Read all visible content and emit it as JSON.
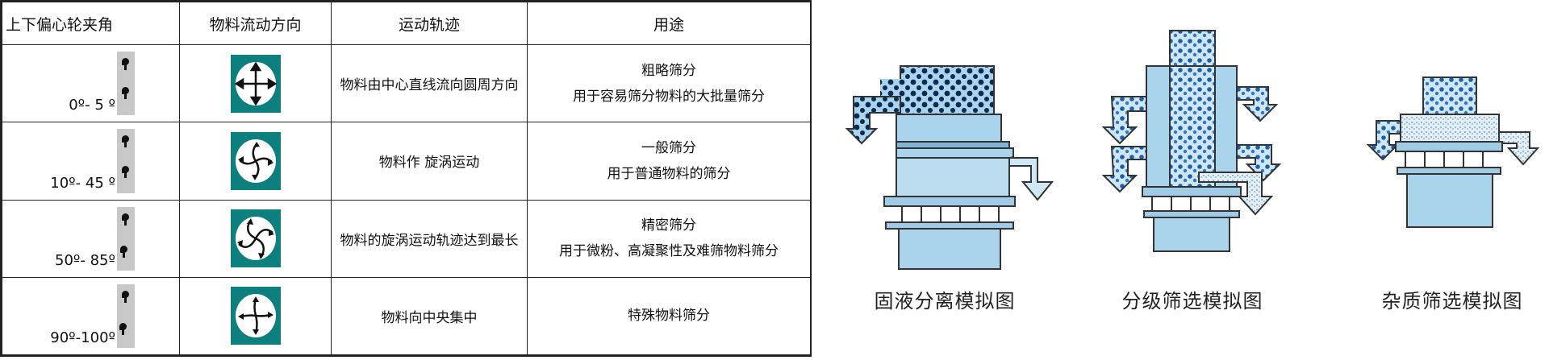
{
  "table": {
    "headers": [
      "上下偏心轮夹角",
      "物料流动方向",
      "运动轨迹",
      "用途"
    ],
    "rows": [
      {
        "angle": "0º- 5 º",
        "trajectory": "物料由中心直线流向圆周方向",
        "uses": [
          "粗略筛分",
          "用于容易筛分物料的大批量筛分"
        ],
        "icon": "straight-flow-arrows-icon"
      },
      {
        "angle": "10º- 45 º",
        "trajectory": "物料作 旋涡运动",
        "uses": [
          "一般筛分",
          "用于普通物料的筛分"
        ],
        "icon": "swirl-flow-icon"
      },
      {
        "angle": "50º- 85º",
        "trajectory": "物料的旋涡运动轨迹达到最长",
        "uses": [
          "精密筛分",
          "用于微粉、高凝聚性及难筛物料筛分"
        ],
        "icon": "long-swirl-flow-icon"
      },
      {
        "angle": "90º-100º",
        "trajectory": "物料向中央集中",
        "uses": [
          "特殊物料筛分"
        ],
        "icon": "central-flow-icon"
      }
    ]
  },
  "diagrams": {
    "captions": [
      "固液分离模拟图",
      "分级筛选模拟图",
      "杂质筛选模拟图"
    ],
    "colors": {
      "machine": "#a9d4ec",
      "machine_dark": "#7fb6d8",
      "outline": "#333333",
      "dots": "#1f5fa8"
    }
  }
}
